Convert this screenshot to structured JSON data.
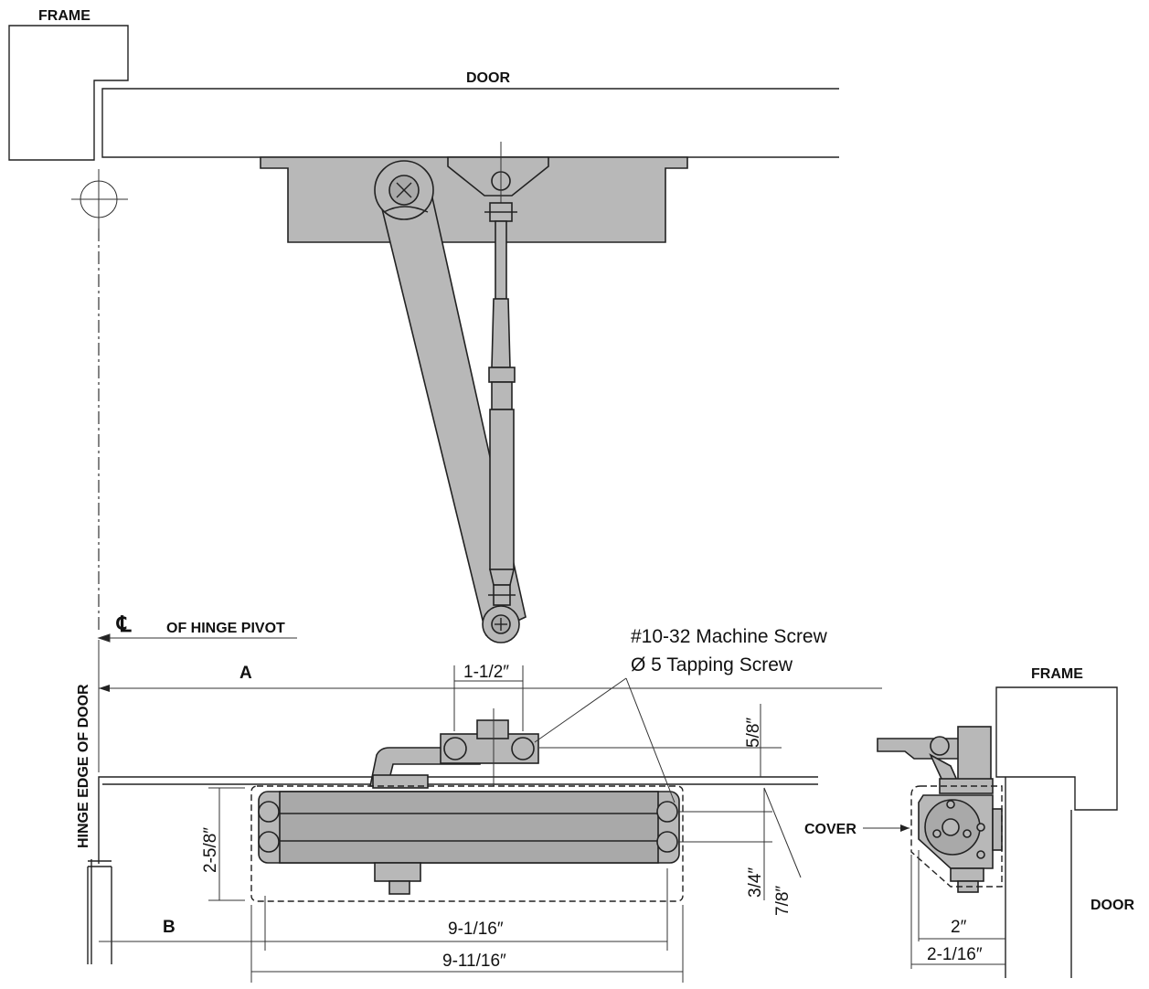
{
  "labels": {
    "frame_top": "FRAME",
    "door_top": "DOOR",
    "hinge_pivot_symbol": "℄",
    "hinge_pivot": "OF HINGE PIVOT",
    "hinge_edge": "HINGE EDGE OF DOOR",
    "screw_machine": "#10-32 Machine Screw",
    "screw_tapping": "Ø 5 Tapping Screw",
    "frame_side": "FRAME",
    "cover": "COVER",
    "door_side": "DOOR"
  },
  "dimensions": {
    "a": "A",
    "b": "B",
    "bracket_width": "1-1/2″",
    "bracket_offset": "5/8″",
    "body_height": "2-5/8″",
    "mount_gap": "3/4″",
    "mount_depth": "7/8″",
    "hole_spacing": "9-1/16″",
    "overall_length": "9-11/16″",
    "side_depth": "2″",
    "side_overall": "2-1/16″"
  },
  "colors": {
    "part_fill": "#b8b8b8",
    "outline": "#222222"
  }
}
